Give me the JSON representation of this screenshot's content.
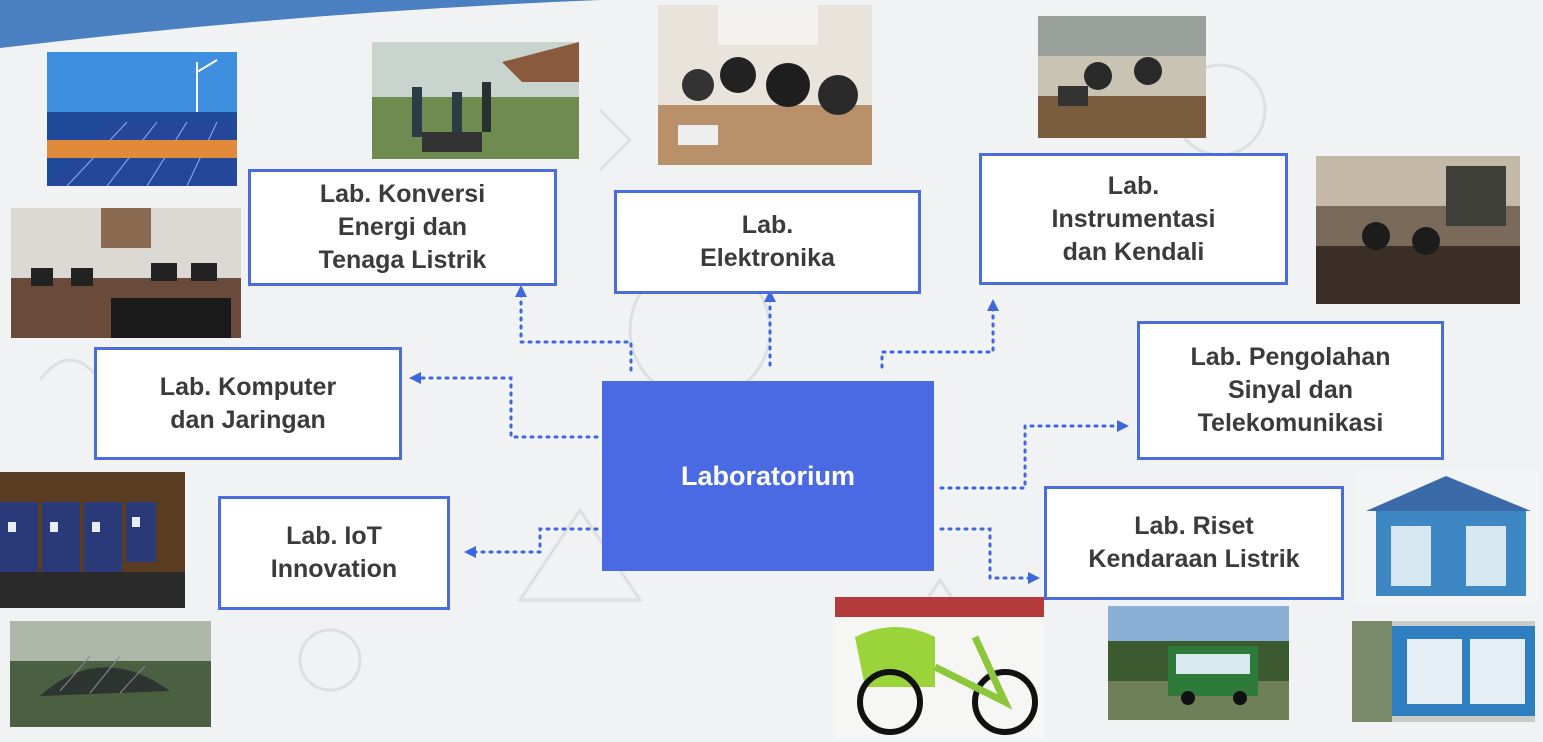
{
  "hub": {
    "label": "Laboratorium"
  },
  "labs": [
    {
      "id": "konversi",
      "label": "Lab. Konversi\nEnergi dan\nTenaga Listrik"
    },
    {
      "id": "elektronika",
      "label": "Lab.\nElektronika"
    },
    {
      "id": "instrumentasi",
      "label": "Lab.\nInstrumentasi\ndan Kendali"
    },
    {
      "id": "komputer",
      "label": "Lab. Komputer\ndan Jaringan"
    },
    {
      "id": "sinyal",
      "label": "Lab. Pengolahan\nSinyal dan\nTelekomunikasi"
    },
    {
      "id": "iot",
      "label": "Lab. IoT\nInnovation"
    },
    {
      "id": "kendaraan",
      "label": "Lab. Riset\nKendaraan Listrik"
    }
  ],
  "photos": [
    "solar-panel-photo",
    "field-work-photo",
    "electronics-class-photo",
    "instrumentation-lab-photo",
    "computer-room-photo",
    "control-lab-photo",
    "server-rack-photo",
    "greenhouse-render-photo",
    "charging-station-photo",
    "electric-tricycle-photo",
    "electric-bus-photo",
    "container-lab-photo"
  ],
  "colors": {
    "accent": "#4a6ae3",
    "box_border": "#4a6ddc",
    "connector": "#3f67dd",
    "label_text": "#3b3b3b"
  }
}
